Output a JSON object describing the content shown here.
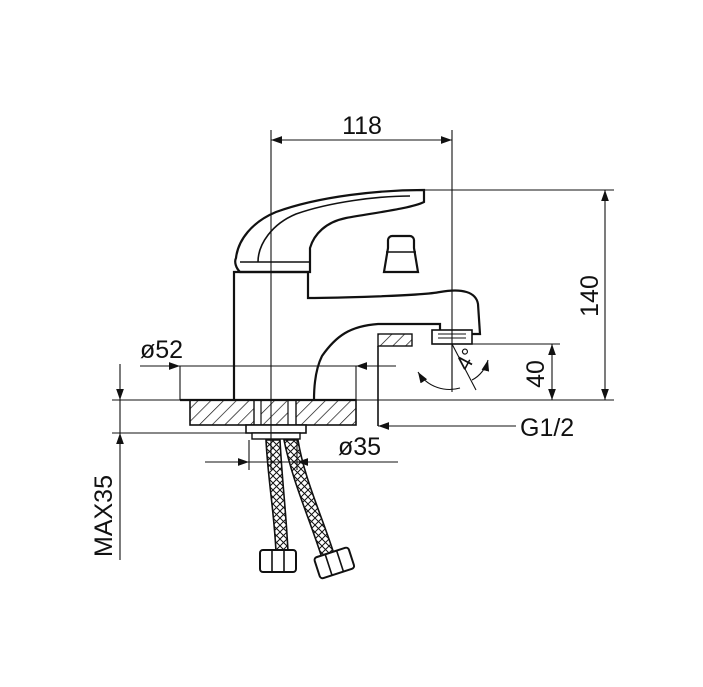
{
  "dimensions": {
    "width_118": "118",
    "height_140": "140",
    "base_dia_52": "ø52",
    "spout_height_40": "40",
    "shank_dia_35": "ø35",
    "thread_g12": "G1/2",
    "deck_max_35": "MAX35",
    "angle_4": "4°"
  }
}
